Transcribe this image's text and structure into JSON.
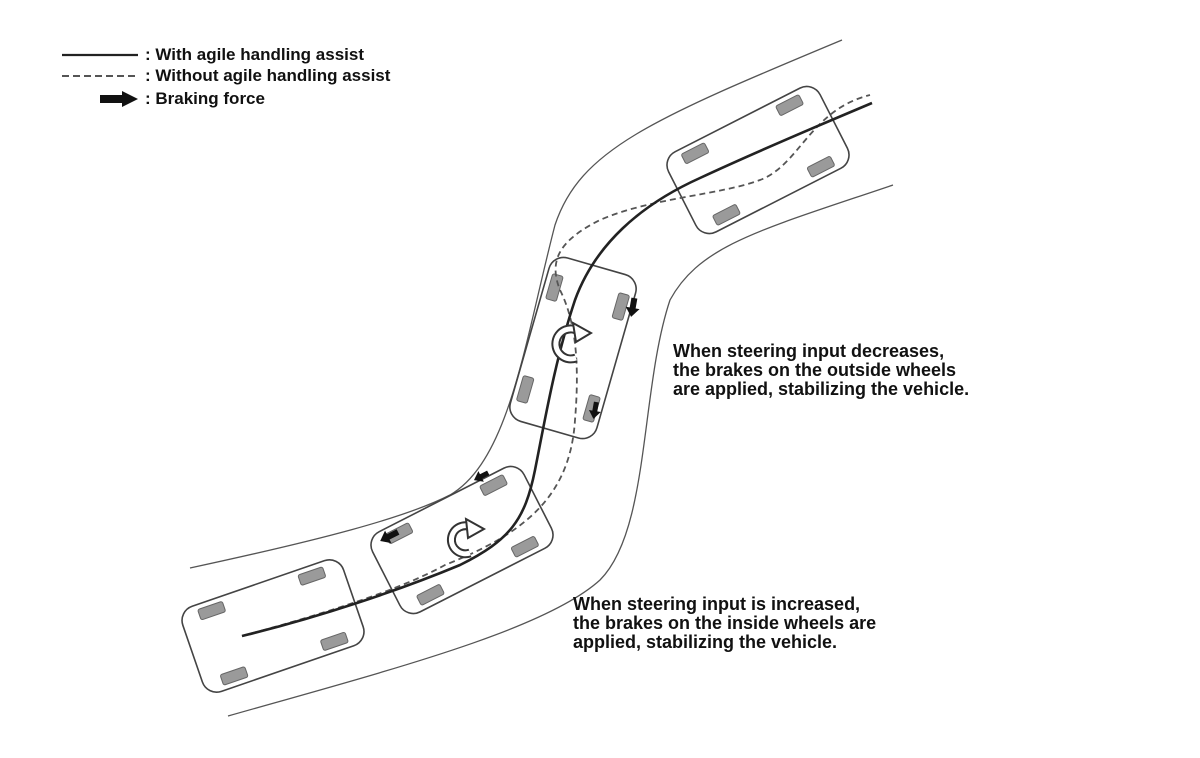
{
  "legend": {
    "with_label": ": With agile handling assist",
    "without_label": ": Without agile handling assist",
    "braking_label": ": Braking force"
  },
  "captions": {
    "decrease": [
      "When steering input decreases,",
      "the brakes on the outside wheels",
      "are applied, stabilizing the vehicle."
    ],
    "increase": [
      "When steering input is increased,",
      "the brakes on the inside wheels are",
      "applied, stabilizing the vehicle."
    ]
  },
  "colors": {
    "line": "#222222",
    "road_edge": "#555555",
    "tire": "#9a9a9a",
    "car_outline": "#444444",
    "background": "#ffffff"
  },
  "icons": [
    "solid-line-icon",
    "dashed-line-icon",
    "braking-arrow-icon",
    "yaw-rotation-icon"
  ]
}
